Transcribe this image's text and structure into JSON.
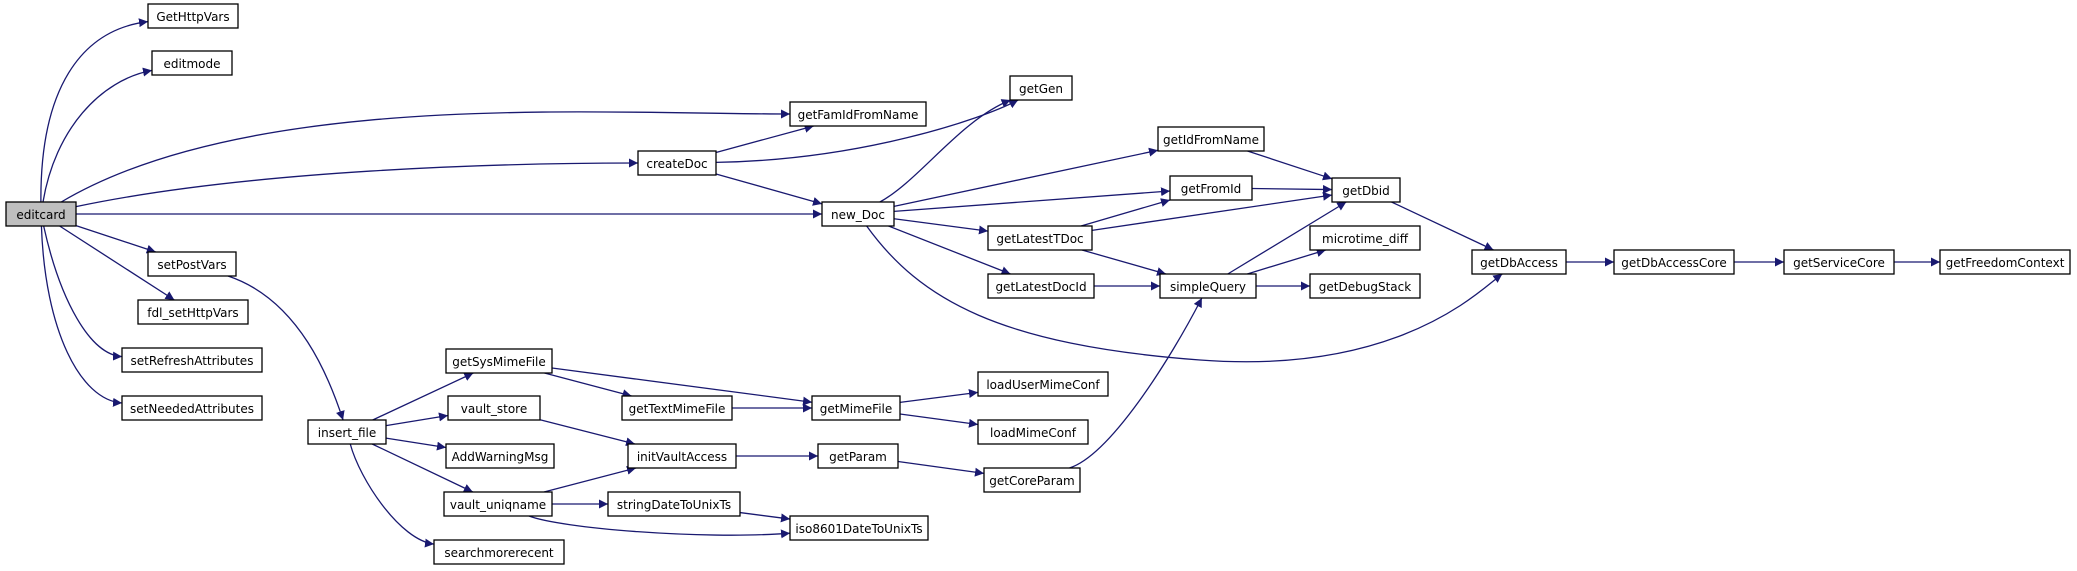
{
  "diagram": {
    "type": "call-graph",
    "root": "editcard",
    "colors": {
      "edge": "#191970",
      "node_border": "#000000",
      "node_fill": "#ffffff",
      "root_fill": "#bfbfbf"
    },
    "nodes": [
      {
        "id": "editcard",
        "label": "editcard"
      },
      {
        "id": "GetHttpVars",
        "label": "GetHttpVars"
      },
      {
        "id": "editmode",
        "label": "editmode"
      },
      {
        "id": "getFamIdFromName",
        "label": "getFamIdFromName"
      },
      {
        "id": "createDoc",
        "label": "createDoc"
      },
      {
        "id": "getGen",
        "label": "getGen"
      },
      {
        "id": "new_Doc",
        "label": "new_Doc"
      },
      {
        "id": "getIdFromName",
        "label": "getIdFromName"
      },
      {
        "id": "getFromId",
        "label": "getFromId"
      },
      {
        "id": "getDbid",
        "label": "getDbid"
      },
      {
        "id": "getLatestTDoc",
        "label": "getLatestTDoc"
      },
      {
        "id": "microtime_diff",
        "label": "microtime_diff"
      },
      {
        "id": "getLatestDocId",
        "label": "getLatestDocId"
      },
      {
        "id": "simpleQuery",
        "label": "simpleQuery"
      },
      {
        "id": "getDebugStack",
        "label": "getDebugStack"
      },
      {
        "id": "getDbAccess",
        "label": "getDbAccess"
      },
      {
        "id": "getDbAccessCore",
        "label": "getDbAccessCore"
      },
      {
        "id": "getServiceCore",
        "label": "getServiceCore"
      },
      {
        "id": "getFreedomContext",
        "label": "getFreedomContext"
      },
      {
        "id": "setPostVars",
        "label": "setPostVars"
      },
      {
        "id": "fdl_setHttpVars",
        "label": "fdl_setHttpVars"
      },
      {
        "id": "setRefreshAttributes",
        "label": "setRefreshAttributes"
      },
      {
        "id": "setNeededAttributes",
        "label": "setNeededAttributes"
      },
      {
        "id": "insert_file",
        "label": "insert_file"
      },
      {
        "id": "getSysMimeFile",
        "label": "getSysMimeFile"
      },
      {
        "id": "getTextMimeFile",
        "label": "getTextMimeFile"
      },
      {
        "id": "getMimeFile",
        "label": "getMimeFile"
      },
      {
        "id": "loadUserMimeConf",
        "label": "loadUserMimeConf"
      },
      {
        "id": "loadMimeConf",
        "label": "loadMimeConf"
      },
      {
        "id": "vault_store",
        "label": "vault_store"
      },
      {
        "id": "initVaultAccess",
        "label": "initVaultAccess"
      },
      {
        "id": "getParam",
        "label": "getParam"
      },
      {
        "id": "getCoreParam",
        "label": "getCoreParam"
      },
      {
        "id": "AddWarningMsg",
        "label": "AddWarningMsg"
      },
      {
        "id": "vault_uniqname",
        "label": "vault_uniqname"
      },
      {
        "id": "stringDateToUnixTs",
        "label": "stringDateToUnixTs"
      },
      {
        "id": "iso8601DateToUnixTs",
        "label": "iso8601DateToUnixTs"
      },
      {
        "id": "searchmorerecent",
        "label": "searchmorerecent"
      }
    ],
    "edges": [
      [
        "editcard",
        "GetHttpVars"
      ],
      [
        "editcard",
        "editmode"
      ],
      [
        "editcard",
        "getFamIdFromName"
      ],
      [
        "editcard",
        "createDoc"
      ],
      [
        "editcard",
        "new_Doc"
      ],
      [
        "editcard",
        "setPostVars"
      ],
      [
        "editcard",
        "fdl_setHttpVars"
      ],
      [
        "editcard",
        "setRefreshAttributes"
      ],
      [
        "editcard",
        "setNeededAttributes"
      ],
      [
        "createDoc",
        "getFamIdFromName"
      ],
      [
        "createDoc",
        "getGen"
      ],
      [
        "createDoc",
        "new_Doc"
      ],
      [
        "new_Doc",
        "getGen"
      ],
      [
        "new_Doc",
        "getIdFromName"
      ],
      [
        "new_Doc",
        "getFromId"
      ],
      [
        "new_Doc",
        "getLatestTDoc"
      ],
      [
        "new_Doc",
        "getLatestDocId"
      ],
      [
        "new_Doc",
        "getDbAccess"
      ],
      [
        "getIdFromName",
        "getDbid"
      ],
      [
        "getFromId",
        "getDbid"
      ],
      [
        "getLatestTDoc",
        "getFromId"
      ],
      [
        "getLatestTDoc",
        "getDbid"
      ],
      [
        "getLatestTDoc",
        "simpleQuery"
      ],
      [
        "getLatestDocId",
        "simpleQuery"
      ],
      [
        "simpleQuery",
        "getDbid"
      ],
      [
        "simpleQuery",
        "microtime_diff"
      ],
      [
        "simpleQuery",
        "getDebugStack"
      ],
      [
        "getDbid",
        "getDbAccess"
      ],
      [
        "getDbAccess",
        "getDbAccessCore"
      ],
      [
        "getDbAccessCore",
        "getServiceCore"
      ],
      [
        "getServiceCore",
        "getFreedomContext"
      ],
      [
        "setPostVars",
        "insert_file"
      ],
      [
        "insert_file",
        "getSysMimeFile"
      ],
      [
        "insert_file",
        "vault_store"
      ],
      [
        "insert_file",
        "AddWarningMsg"
      ],
      [
        "insert_file",
        "vault_uniqname"
      ],
      [
        "insert_file",
        "searchmorerecent"
      ],
      [
        "getSysMimeFile",
        "getTextMimeFile"
      ],
      [
        "getSysMimeFile",
        "getMimeFile"
      ],
      [
        "getTextMimeFile",
        "getMimeFile"
      ],
      [
        "getMimeFile",
        "loadUserMimeConf"
      ],
      [
        "getMimeFile",
        "loadMimeConf"
      ],
      [
        "vault_store",
        "initVaultAccess"
      ],
      [
        "vault_uniqname",
        "initVaultAccess"
      ],
      [
        "vault_uniqname",
        "stringDateToUnixTs"
      ],
      [
        "vault_uniqname",
        "iso8601DateToUnixTs"
      ],
      [
        "stringDateToUnixTs",
        "iso8601DateToUnixTs"
      ],
      [
        "initVaultAccess",
        "getParam"
      ],
      [
        "getParam",
        "getCoreParam"
      ],
      [
        "getCoreParam",
        "simpleQuery"
      ]
    ]
  }
}
